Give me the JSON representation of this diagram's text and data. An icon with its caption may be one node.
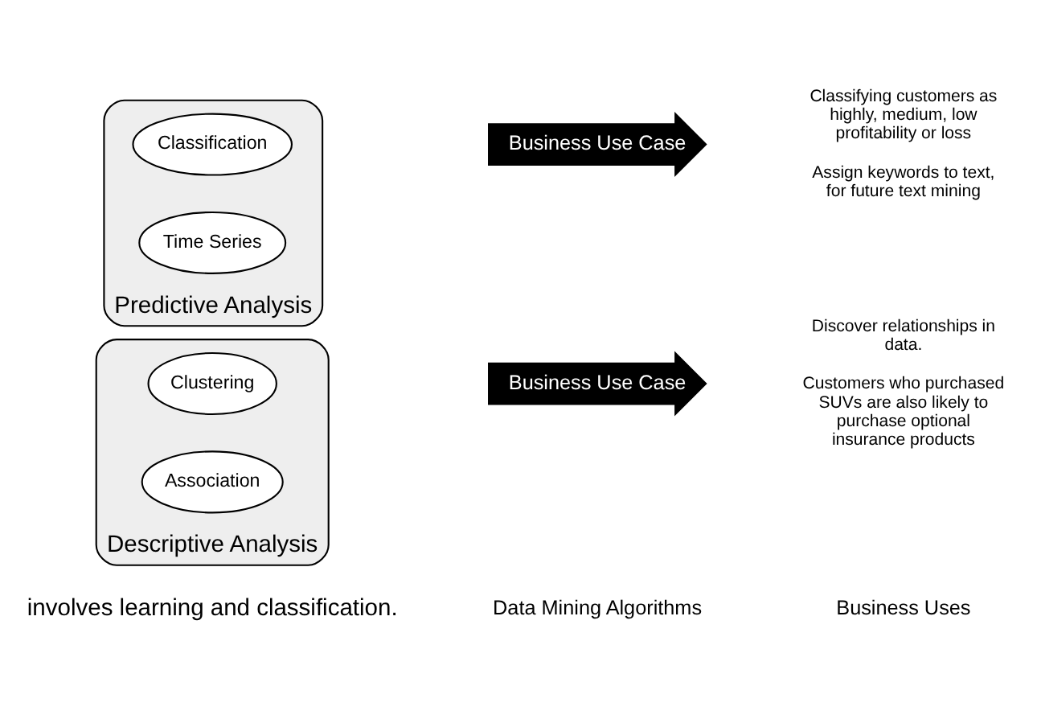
{
  "diagram": {
    "nodes": [
      {
        "text": [
          "Descriptive Analysis"
        ]
      },
      {
        "text": [
          "Clustering"
        ],
        "in": 0
      },
      {
        "text": [
          "Association"
        ],
        "in": 0
      },
      {
        "text": [
          "Business Use Case"
        ]
      },
      {
        "text": [
          "Discover relationships in data.",
          "Customers who purchased SUVs are also likely to purchase optional insurance products"
        ]
      },
      {
        "text": [
          "Predictive Analysis"
        ]
      },
      {
        "text": [
          "Classification"
        ],
        "in": 5
      },
      {
        "text": [
          "Time Series"
        ],
        "in": 5
      },
      {
        "text": [
          "Business Use Case"
        ]
      },
      {
        "text": [
          "Classifying customers as highly, medium, low profitability or loss",
          "Assign keywords to text, for future text mining"
        ]
      }
    ],
    "labels": [
      "involves learning and classification.",
      "Data Mining Algorithms",
      "Business Uses"
    ]
  }
}
